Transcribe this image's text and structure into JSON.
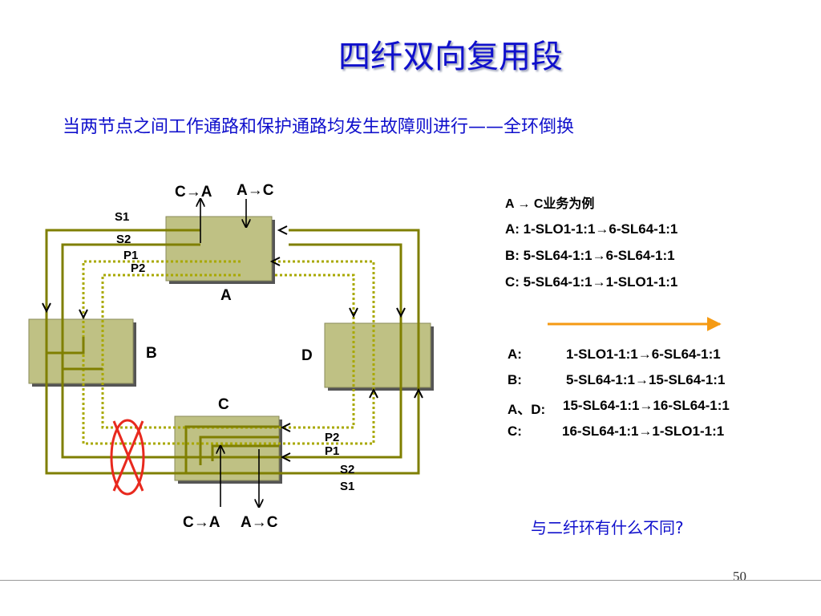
{
  "title": "四纤双向复用段",
  "subtitle": "当两节点之间工作通路和保护通路均发生故障则进行——全环倒换",
  "diagram": {
    "nodes": {
      "a": "A",
      "b": "B",
      "c": "C",
      "d": "D"
    },
    "top_labels": {
      "c_to_a": "C→A",
      "a_to_c": "A→C"
    },
    "bottom_labels": {
      "c_to_a": "C→A",
      "a_to_c": "A→C"
    },
    "fiber_labels_top": {
      "s1": "S1",
      "s2": "S2",
      "p1": "P1",
      "p2": "P2"
    },
    "fiber_labels_bottom": {
      "p2": "P2",
      "p1": "P1",
      "s2": "S2",
      "s1": "S1"
    },
    "colors": {
      "fiber": "#7f7f00",
      "node_fill": "#bfc184",
      "node_border": "#8a8a5a",
      "fault": "#e8291e",
      "arrow_orange": "#f59a13"
    }
  },
  "routes_before": {
    "header": "A →  C业务为例",
    "lines": [
      "A:  1-SLO1-1:1→6-SL64-1:1",
      "B:   5-SL64-1:1→6-SL64-1:1",
      "C:  5-SL64-1:1→1-SLO1-1:1"
    ]
  },
  "routes_after": {
    "rows": [
      {
        "node": "A:",
        "route": "1-SLO1-1:1→6-SL64-1:1"
      },
      {
        "node": "B:",
        "route": "5-SL64-1:1→15-SL64-1:1"
      },
      {
        "node": "A、D:",
        "route": "15-SL64-1:1→16-SL64-1:1"
      },
      {
        "node": "C:",
        "route": "16-SL64-1:1→1-SLO1-1:1"
      }
    ]
  },
  "question": "与二纤环有什么不同?",
  "page_number": "50"
}
